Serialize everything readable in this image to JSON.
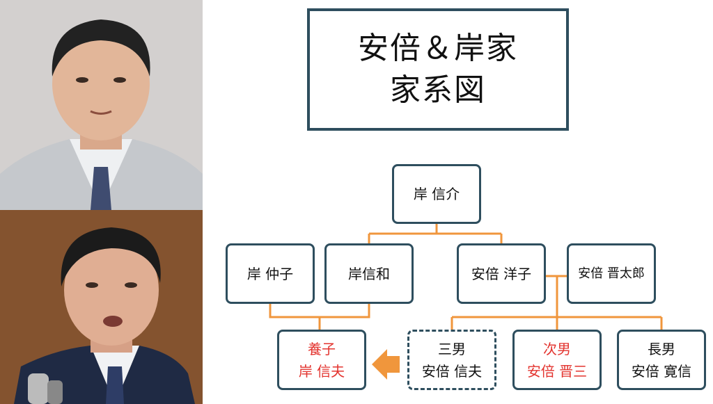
{
  "title": {
    "line1": "安倍＆岸家",
    "line2": "家系図"
  },
  "nodes": {
    "kishi_nobusuke": "岸 信介",
    "kishi_nakako": "岸 仲子",
    "kishi_nobukazu": "岸信和",
    "abe_yoko": "安倍 洋子",
    "abe_shintaro": "安倍 晋太郎",
    "adopted_label": "養子",
    "kishi_nobuo": "岸 信夫",
    "third_son_label": "三男",
    "abe_nobuo": "安倍 信夫",
    "second_son_label": "次男",
    "abe_shinzo": "安倍 晋三",
    "eldest_son_label": "長男",
    "abe_hironobu": "安倍 寛信"
  },
  "colors": {
    "connector": "#f0963c",
    "box_border": "#2e4e5e",
    "highlight_text": "#e3342f"
  }
}
